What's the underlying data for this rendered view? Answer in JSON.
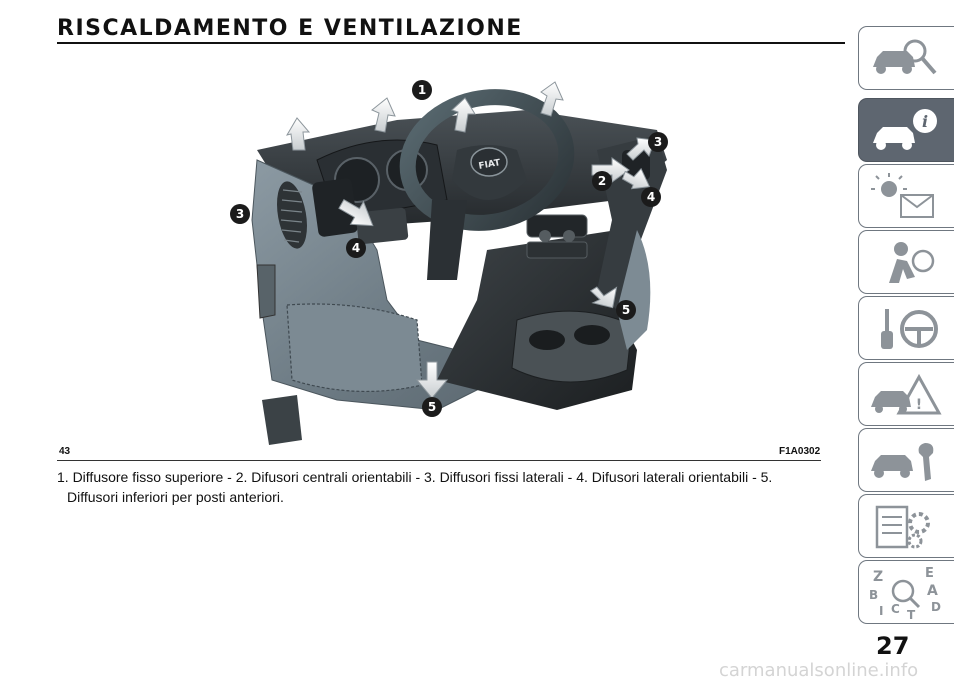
{
  "header": {
    "title": "RISCALDAMENTO E VENTILAZIONE"
  },
  "figure": {
    "number": "43",
    "code": "F1A0302",
    "callouts": [
      "1",
      "2",
      "3",
      "3",
      "4",
      "4",
      "5",
      "5"
    ],
    "brand_badge": "FIAT",
    "caption": "1. Diffusore fisso superiore - 2. Difusori centrali orientabili - 3. Diffusori fissi laterali - 4. Difusori laterali orientabili - 5. Diffusori inferiori per posti anteriori."
  },
  "sidebar": {
    "tabs": [
      {
        "icon": "car-search-icon",
        "active": false
      },
      {
        "icon": "car-info-icon",
        "active": true
      },
      {
        "icon": "warning-light-icon",
        "active": false
      },
      {
        "icon": "airbag-seat-icon",
        "active": false
      },
      {
        "icon": "key-steering-icon",
        "active": false
      },
      {
        "icon": "car-warning-triangle-icon",
        "active": false
      },
      {
        "icon": "car-wrench-icon",
        "active": false
      },
      {
        "icon": "specs-gear-icon",
        "active": false
      },
      {
        "icon": "index-letters-icon",
        "active": false
      }
    ],
    "index_letters": [
      "Z",
      "E",
      "B",
      "A",
      "C",
      "D",
      "I",
      "T"
    ]
  },
  "page": {
    "number": "27"
  },
  "watermark": "carmanualsonline.info",
  "colors": {
    "dash_gray": "#6f7c85",
    "dash_dark": "#2f3438",
    "callout_fill": "#1b1b1b",
    "tab_active": "#5e6670",
    "watermark": "#d4d4d4"
  }
}
